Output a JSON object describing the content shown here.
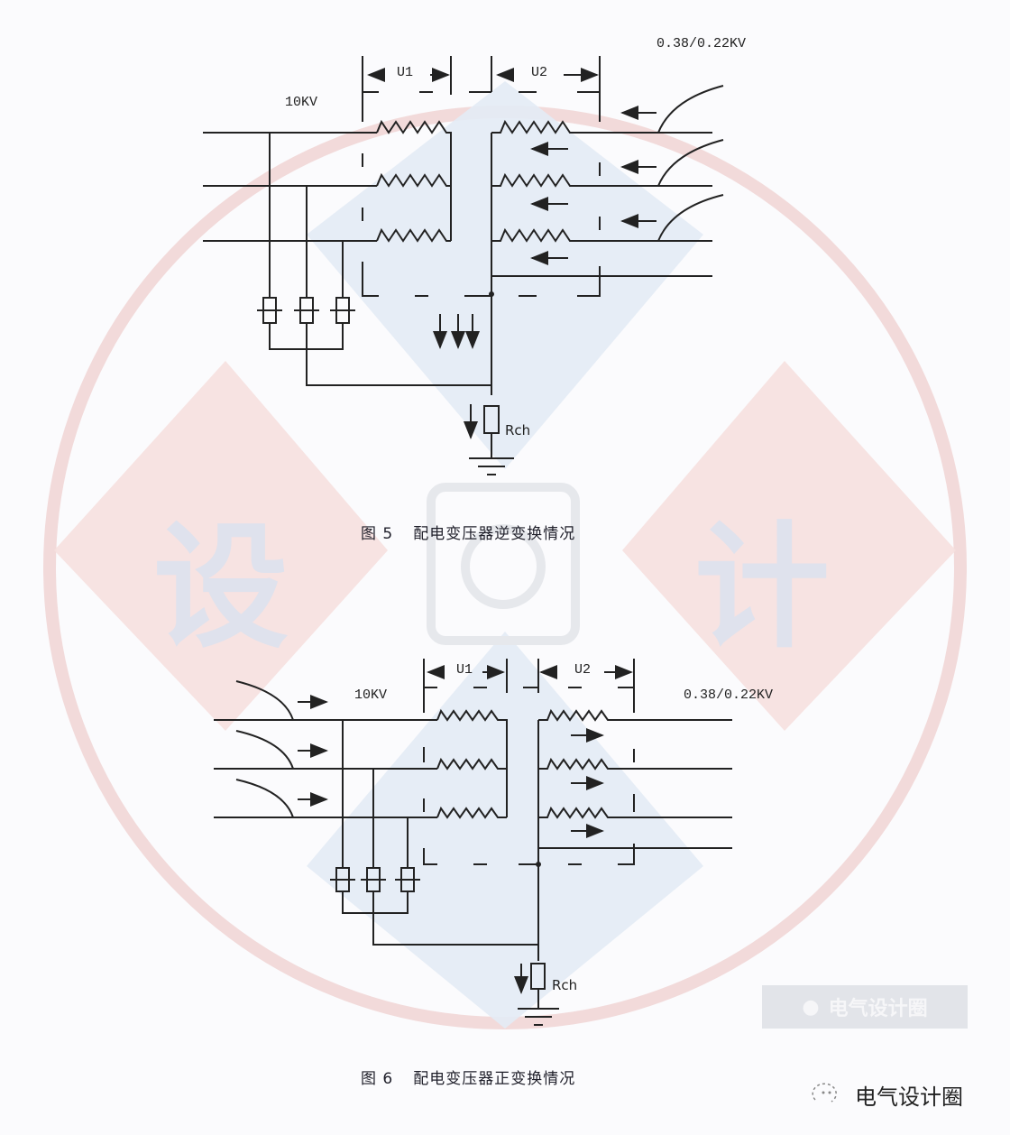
{
  "figure5": {
    "caption_num": "图 5",
    "caption_text": "配电变压器逆变换情况",
    "label_hv": "10KV",
    "label_lv": "0.38/0.22KV",
    "label_u1": "U1",
    "label_u2": "U2",
    "label_resistor": "Rch",
    "flow_direction": "right-to-left"
  },
  "figure6": {
    "caption_num": "图 6",
    "caption_text": "配电变压器正变换情况",
    "label_hv": "10KV",
    "label_lv": "0.38/0.22KV",
    "label_u1": "U1",
    "label_u2": "U2",
    "label_resistor": "Rch",
    "flow_direction": "left-to-right"
  },
  "watermark": {
    "left_char": "设",
    "right_char": "计",
    "badge_text": "电气设计圈",
    "colors": {
      "red": "#f3d6d6",
      "blue": "#dbe6f3",
      "ring": "#f1d5d5"
    }
  },
  "footer": {
    "brand_icon": "wechat-icon",
    "brand_text": "电气设计圈"
  }
}
